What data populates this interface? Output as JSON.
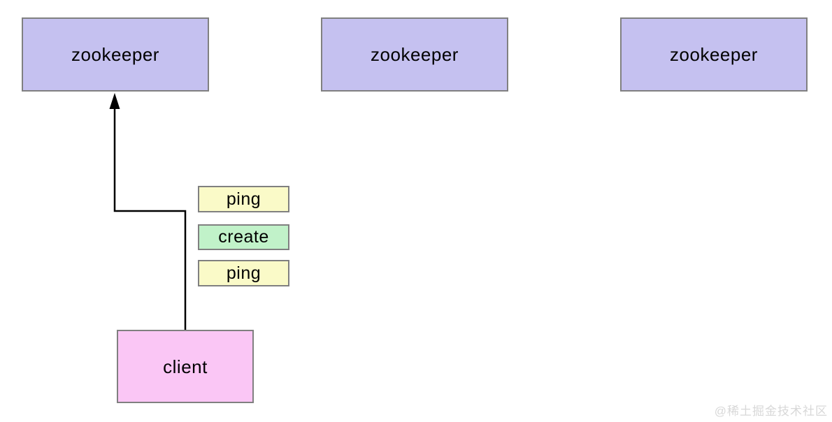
{
  "diagram": {
    "nodes": [
      {
        "id": "zookeeper-1",
        "label": "zookeeper"
      },
      {
        "id": "zookeeper-2",
        "label": "zookeeper"
      },
      {
        "id": "zookeeper-3",
        "label": "zookeeper"
      },
      {
        "id": "client",
        "label": "client"
      }
    ],
    "messages": [
      {
        "id": "msg-ping-1",
        "label": "ping",
        "type": "ping"
      },
      {
        "id": "msg-create",
        "label": "create",
        "type": "create"
      },
      {
        "id": "msg-ping-2",
        "label": "ping",
        "type": "ping"
      }
    ],
    "connector": {
      "from": "client",
      "to": "zookeeper-1",
      "style": "right-angle-arrow"
    },
    "colors": {
      "zookeeper_fill": "#c5c1f0",
      "client_fill": "#fac6f5",
      "ping_fill": "#fafac8",
      "create_fill": "#c1f2c9",
      "box_border": "#808080",
      "connector": "#000000",
      "watermark_text": "#d8d8d8"
    },
    "watermark": "@稀土掘金技术社区"
  }
}
